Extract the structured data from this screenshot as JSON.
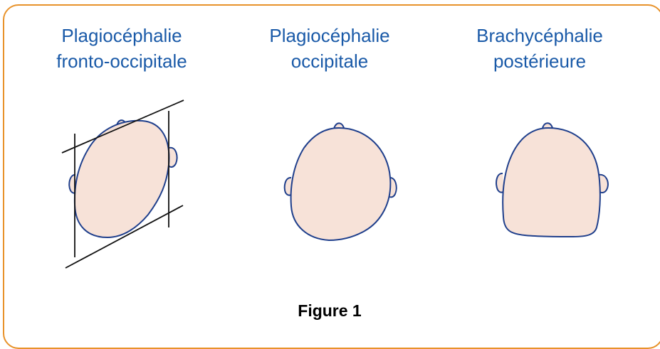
{
  "headings": [
    {
      "line1": "Plagiocéphalie",
      "line2": "fronto-occipitale"
    },
    {
      "line1": "Plagiocéphalie",
      "line2": "occipitale"
    },
    {
      "line1": "Brachycéphalie",
      "line2": "postérieure"
    }
  ],
  "caption": "Figure 1",
  "colors": {
    "border": "#e8922a",
    "heading_text": "#1a5aa8",
    "head_fill": "#f7e2d8",
    "head_outline": "#1f3f8c"
  }
}
